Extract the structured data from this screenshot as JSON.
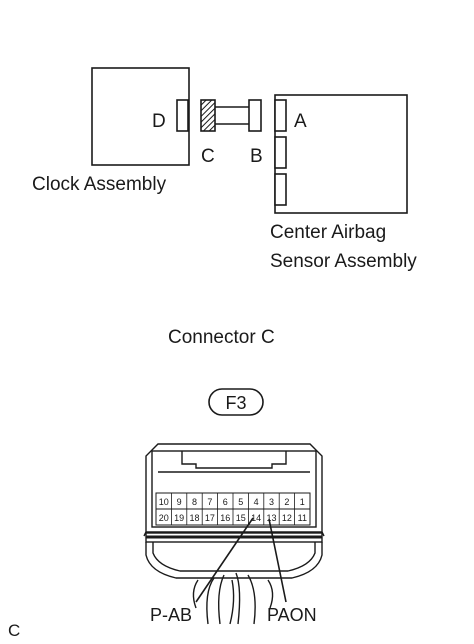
{
  "labels": {
    "d": "D",
    "c": "C",
    "b": "B",
    "a": "A",
    "clock": "Clock Assembly",
    "center1": "Center Airbag",
    "center2": "Sensor Assembly",
    "connector_title": "Connector C",
    "code": "F3",
    "pab": "P-AB",
    "paon": "PAON",
    "corner": "C"
  },
  "pins": {
    "top_row": [
      "10",
      "9",
      "8",
      "7",
      "6",
      "5",
      "4",
      "3",
      "2",
      "1"
    ],
    "bottom_row": [
      "20",
      "19",
      "18",
      "17",
      "16",
      "15",
      "14",
      "13",
      "12",
      "11"
    ]
  }
}
